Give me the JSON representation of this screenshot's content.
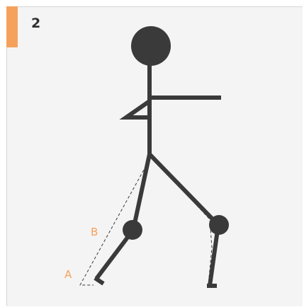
{
  "step": {
    "number": "2"
  },
  "labels": {
    "a": "A",
    "b": "B"
  },
  "colors": {
    "accent": "#f5a15c",
    "figure": "#3a3a3a",
    "panel": "#f4f4f4",
    "label": "#f5a15c",
    "guide": "#3a3a3a"
  }
}
